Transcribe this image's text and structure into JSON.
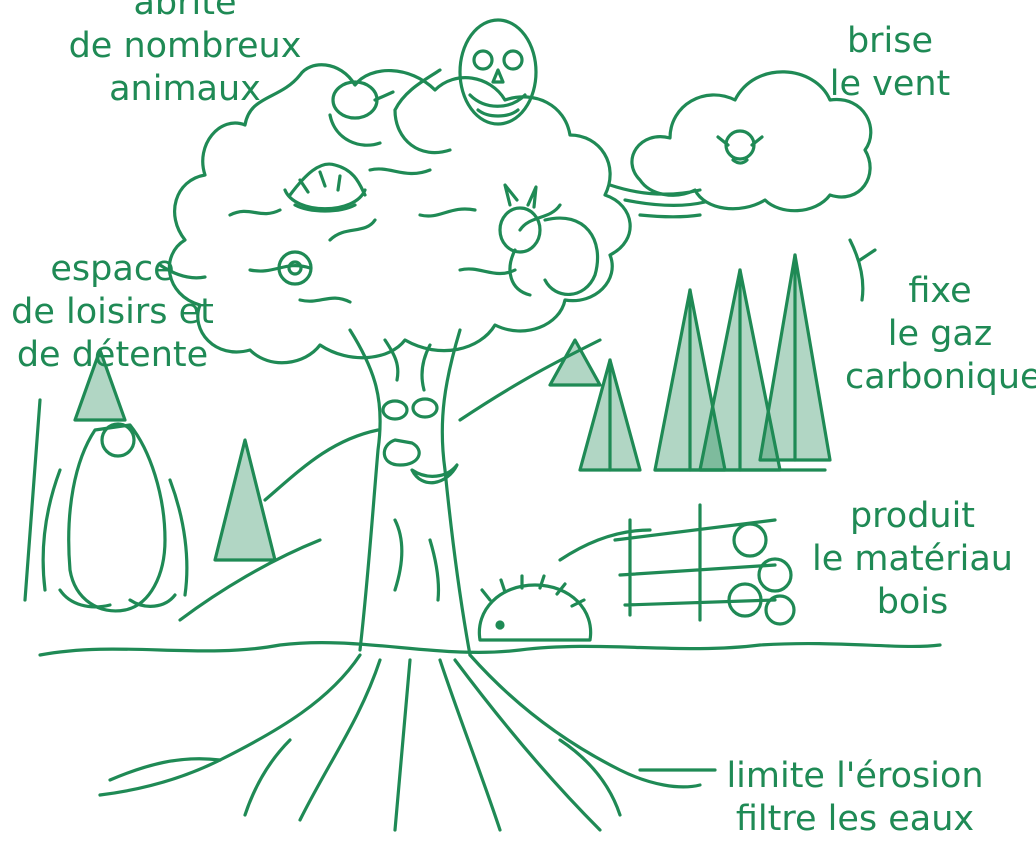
{
  "colors": {
    "ink": "#1f8a55",
    "background": "#ffffff"
  },
  "labels": {
    "animals": [
      "abrite",
      "de nombreux",
      "animaux"
    ],
    "wind": [
      "brise",
      "le vent"
    ],
    "leisure": [
      "espace",
      "de loisirs et",
      "de détente"
    ],
    "carbon": [
      "fixe",
      "le gaz",
      "carbonique"
    ],
    "wood": [
      "produit",
      "le matériau",
      "bois"
    ],
    "erosion": [
      "limite l'érosion",
      "filtre les eaux"
    ]
  },
  "icons": [
    "owl-icon",
    "bird-icon",
    "nest-icon",
    "squirrel-icon",
    "cloud-icon",
    "fir-forest-icon",
    "tree-face-icon",
    "hiker-icon",
    "hedgehog-icon",
    "woodpile-icon",
    "roots-icon"
  ]
}
